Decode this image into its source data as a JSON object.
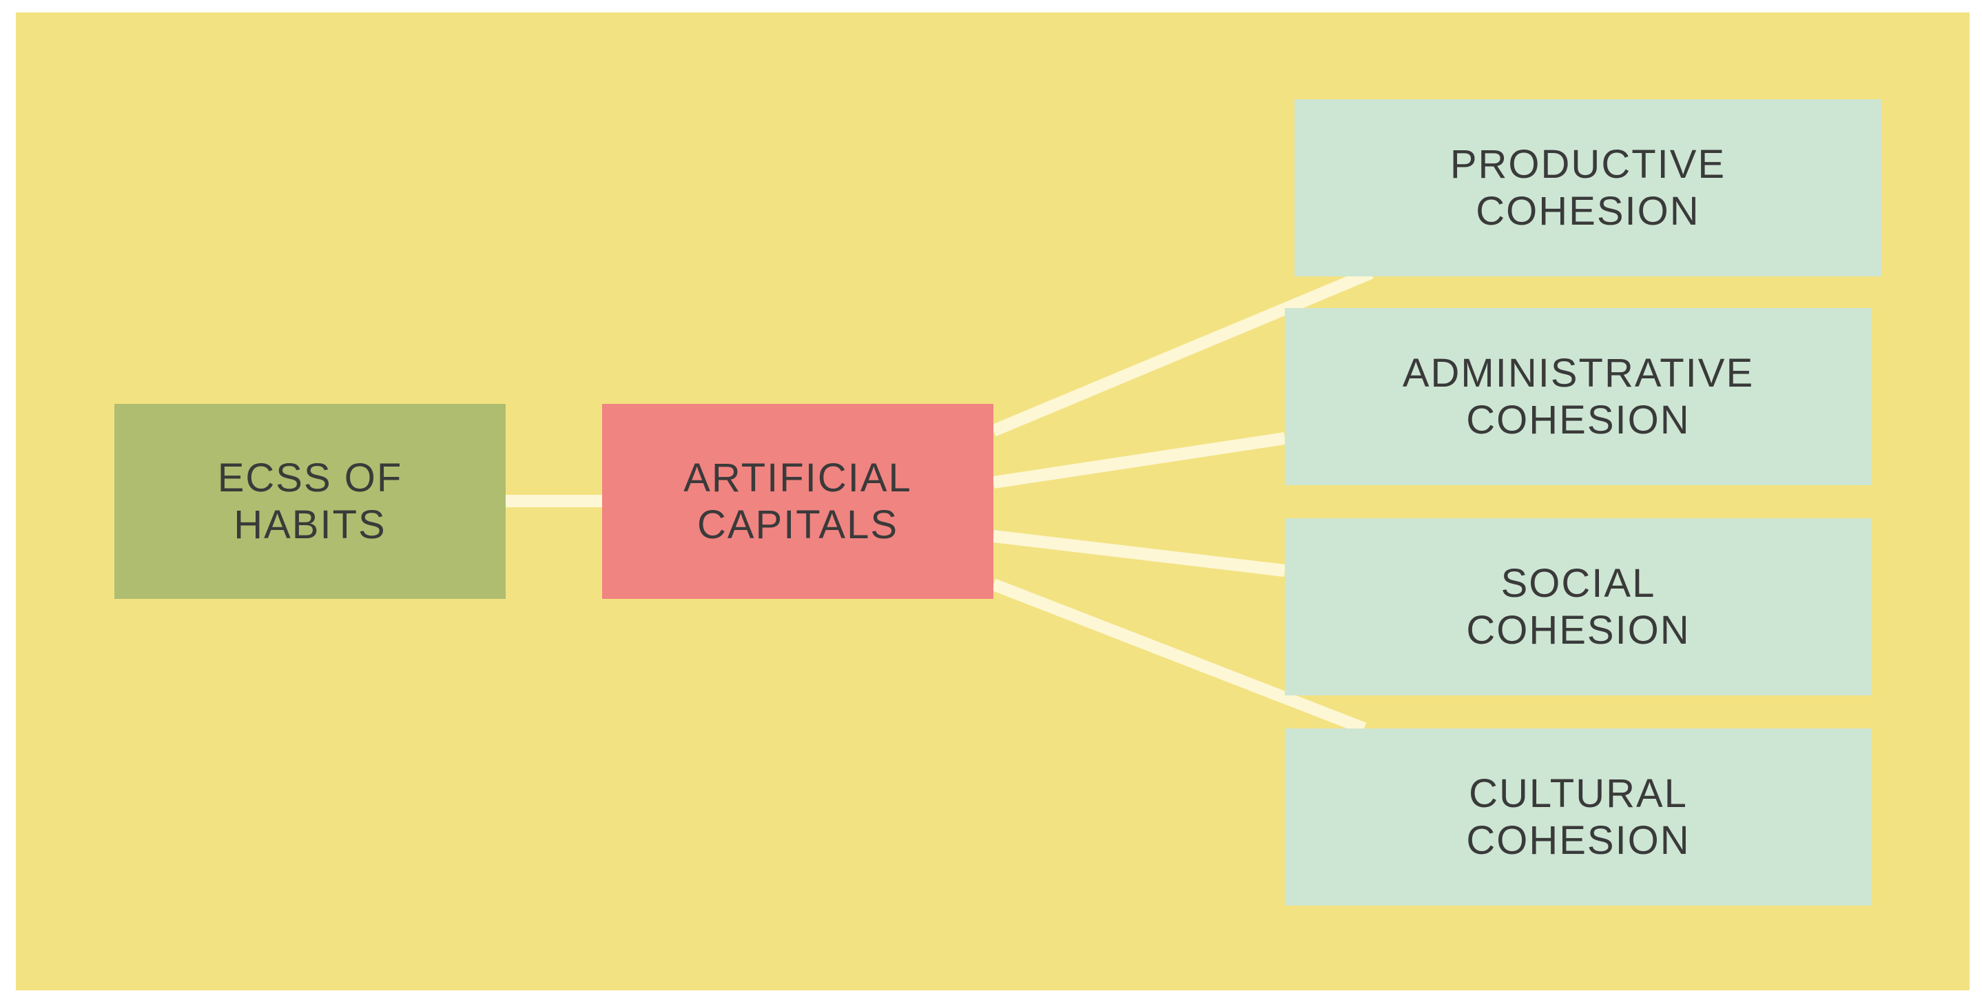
{
  "diagram": {
    "source": {
      "line1": "ECSS OF",
      "line2": "HABITS",
      "color": "#afbd70"
    },
    "hub": {
      "line1": "ARTIFICIAL",
      "line2": "CAPITALS",
      "color": "#f08481"
    },
    "targets": [
      {
        "line1": "PRODUCTIVE",
        "line2": "COHESION"
      },
      {
        "line1": "ADMINISTRATIVE",
        "line2": "COHESION"
      },
      {
        "line1": "SOCIAL",
        "line2": "COHESION"
      },
      {
        "line1": "CULTURAL",
        "line2": "COHESION"
      }
    ],
    "colors": {
      "background": "#f3e282",
      "target": "#cde6d3",
      "connector": "#fdf7d6",
      "text": "#3a3a3a"
    }
  }
}
